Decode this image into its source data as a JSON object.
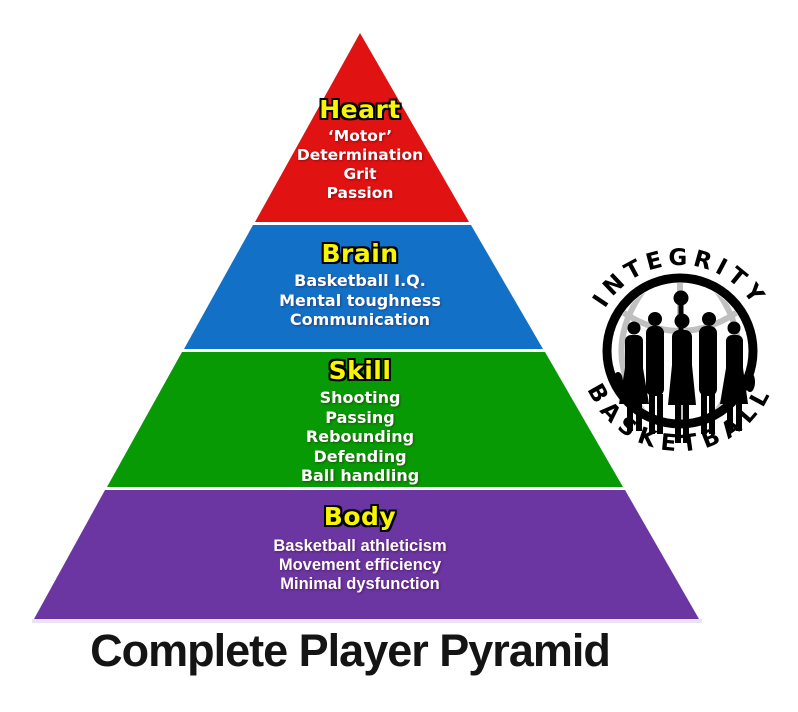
{
  "title": "Complete Player Pyramid",
  "pyramid": {
    "label_color": "#f7f500",
    "item_color": "#ffffff",
    "levels": [
      {
        "name": "Heart",
        "color": "#e01212",
        "items": [
          "‘Motor’",
          "Determination",
          "Grit",
          "Passion"
        ]
      },
      {
        "name": "Brain",
        "color": "#1271c7",
        "items": [
          "Basketball I.Q.",
          "Mental toughness",
          "Communication"
        ]
      },
      {
        "name": "Skill",
        "color": "#079a04",
        "items": [
          "Shooting",
          "Passing",
          "Rebounding",
          "Defending",
          "Ball handling"
        ]
      },
      {
        "name": "Body",
        "color": "#6b35a2",
        "items": [
          "Basketball athleticism",
          "Movement efficiency",
          "Minimal dysfunction"
        ]
      }
    ]
  },
  "logo": {
    "top_text": "INTEGRITY",
    "bottom_text": "BASKETBALL",
    "ink_color": "#000000",
    "seam_color": "#c0c0c0"
  }
}
